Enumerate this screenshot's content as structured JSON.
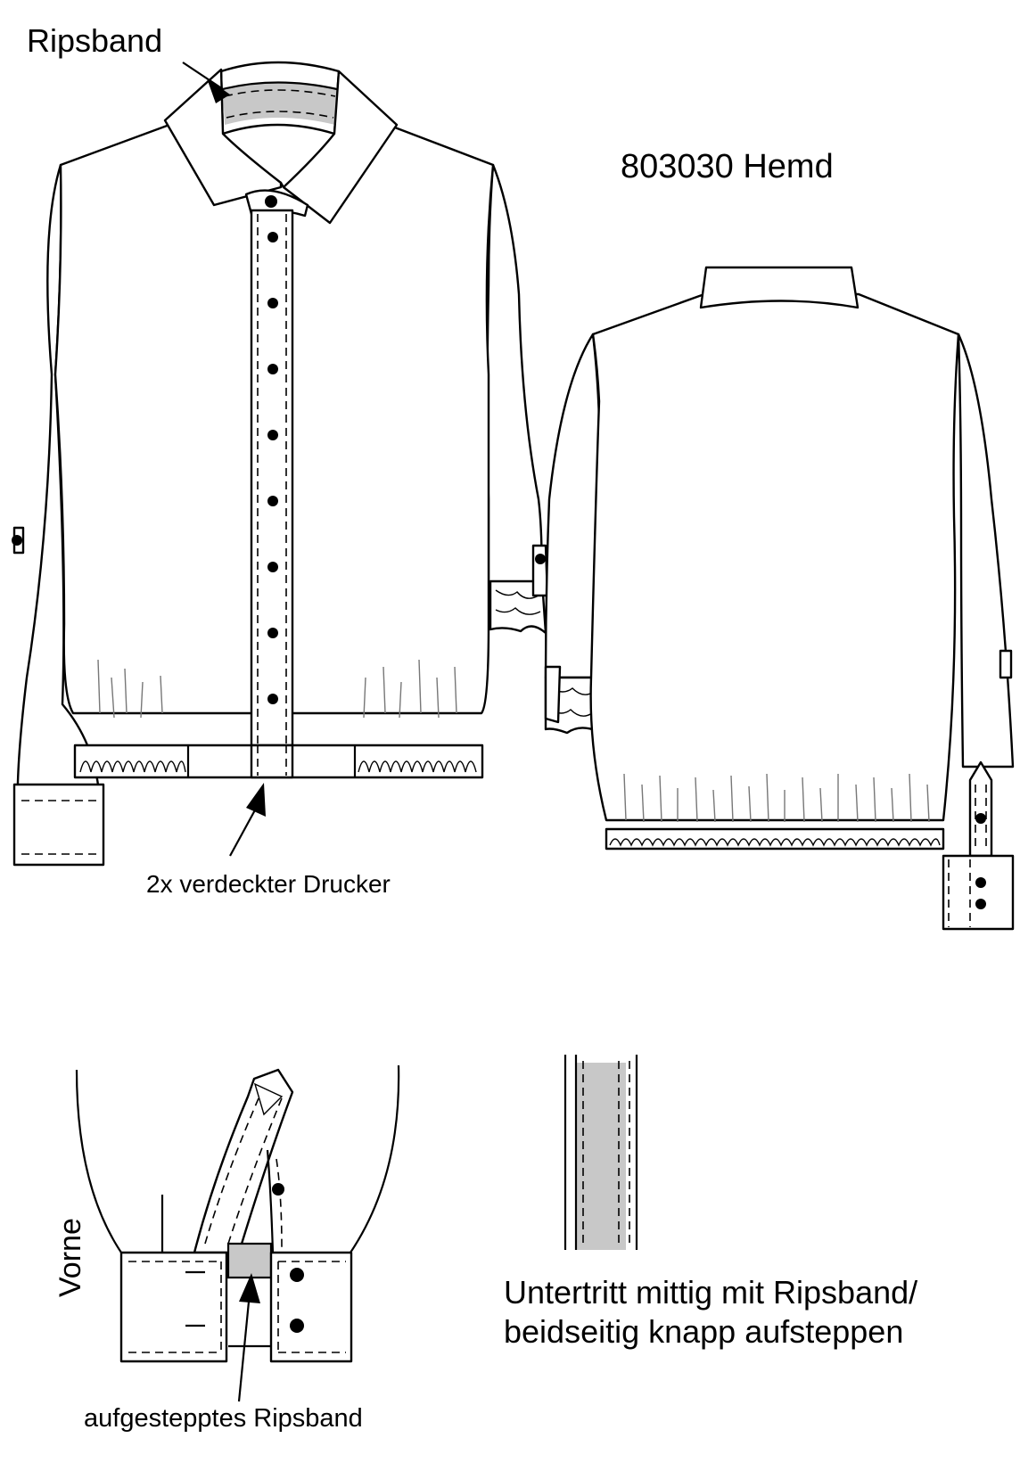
{
  "labels": {
    "ripsband": "Ripsband",
    "title": "803030 Hemd",
    "drucker": "2x verdeckter Drucker",
    "vorne": "Vorne",
    "untertritt_line1": "Untertritt mittig mit Ripsband/",
    "untertritt_line2": "beidseitig knapp aufsteppen",
    "aufgesteppt": "aufgestepptes Ripsband"
  },
  "colors": {
    "line": "#000000",
    "ripsband_fill": "#c8c8c8",
    "gather_lines": "#777777",
    "background": "#ffffff"
  }
}
